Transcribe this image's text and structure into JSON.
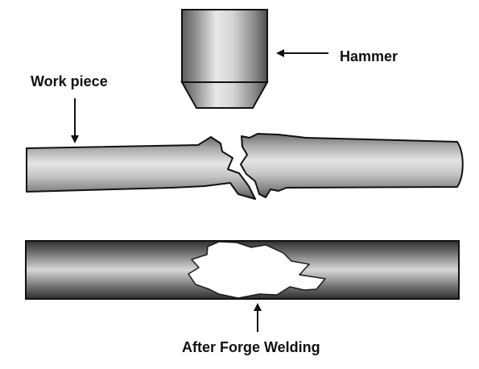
{
  "diagram": {
    "labels": {
      "hammer": "Hammer",
      "work_piece": "Work piece",
      "after_forge_welding": "After Forge Welding"
    },
    "colors": {
      "ink": "#111111",
      "background": "#ffffff",
      "metal_dark": "#4a4a4a",
      "metal_mid": "#9a9a9a",
      "metal_light": "#e6e6e6",
      "weld_zone": "#ffffff"
    }
  }
}
